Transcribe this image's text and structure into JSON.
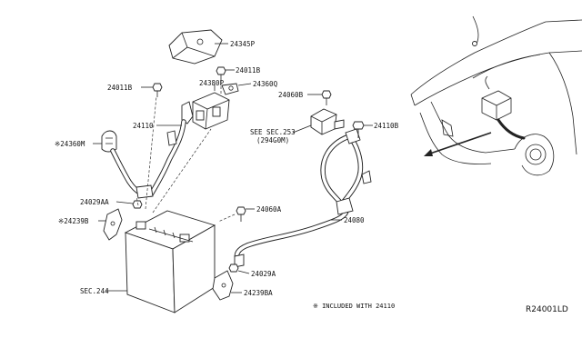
{
  "labels": {
    "p24345P": "24345P",
    "p24011B_right": "24011B",
    "p24011B_left": "24011B",
    "p24380P": "24380P",
    "p24360Q": "24360Q",
    "p24060B": "24060B",
    "p24110": "24110",
    "p24110B": "24110B",
    "see_sec_line1": "SEE SEC.253",
    "see_sec_line2": "(294G0M)",
    "p24360M": "※24360M",
    "p24029AA": "24029AA",
    "p24239B": "※24239B",
    "p24060A": "24060A",
    "p24080": "24080",
    "p24029A": "24029A",
    "p24239BA": "24239BA",
    "sec244": "SEC.244"
  },
  "footnote": "※ INCLUDED WITH 24110",
  "diagram_code": "R24001LD"
}
